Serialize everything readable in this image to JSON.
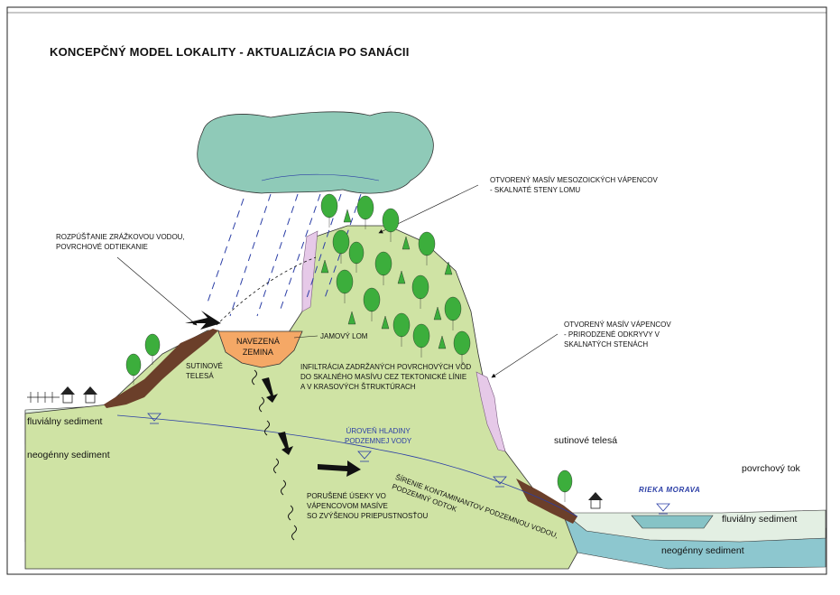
{
  "title": "KONCEPČNÝ MODEL LOKALITY - AKTUALIZÁCIA PO SANÁCII",
  "colors": {
    "hill": "#cfe3a4",
    "sky_water": "#86c3c6",
    "cloud": "#8fcab8",
    "fill_soil": "#f5a866",
    "scree": "#6b3f2a",
    "limestone_wall": "#e6c9e8",
    "tree": "#3cae3c",
    "sediment_fluvial": "#e3efe3",
    "sediment_neogene": "#8dc7cf"
  },
  "labels": {
    "rain_runoff": "ROZPÚŠŤANIE ZRÁŽKOVOU VODOU,\nPOVRCHOVÉ ODTIEKANIE",
    "fill_soil": "NAVEZENÁ\nZEMINA",
    "pit_quarry": "JAMOVÝ LOM",
    "scree_left": "SUTINOVÉ\nTELESÁ",
    "mesozoic_limestone": "OTVORENÝ MASÍV MESOZOICKÝCH VÁPENCOV\n- SKALNATÉ STENY LOMU",
    "limestone_outcrops": "OTVORENÝ MASÍV VÁPENCOV\n- PRIRODZENÉ ODKRYVY V\nSKALNATÝCH STENÁCH",
    "infiltration": "INFILTRÁCIA ZADRŽANÝCH POVRCHOVÝCH VÔD\nDO SKALNÉHO MASÍVU CEZ TEKTONICKÉ LÍNIE\nA V KRASOVÝCH ŠTRUKTÚRACH",
    "groundwater_level": "ÚROVEŇ HLADINY\nPODZEMNEJ VODY",
    "contaminant_spread": "ŠÍRENIE KONTAMINANTOV PODZEMNOU VODOU,\nPODZEMNÝ ODTOK",
    "disturbed_sections": "PORUŠENÉ ÚSEKY VO\nVÁPENCOVOM MASÍVE\nSO ZVÝŠENOU PRIEPUSTNOSŤOU",
    "fluvial_left": "fluviálny sediment",
    "neogene_left": "neogénny sediment",
    "scree_right": "sutinové telesá",
    "river_morava": "RIEKA MORAVA",
    "surface_flow": "povrchový tok",
    "fluvial_right": "fluviálny sediment",
    "neogene_right": "neogénny sediment"
  }
}
